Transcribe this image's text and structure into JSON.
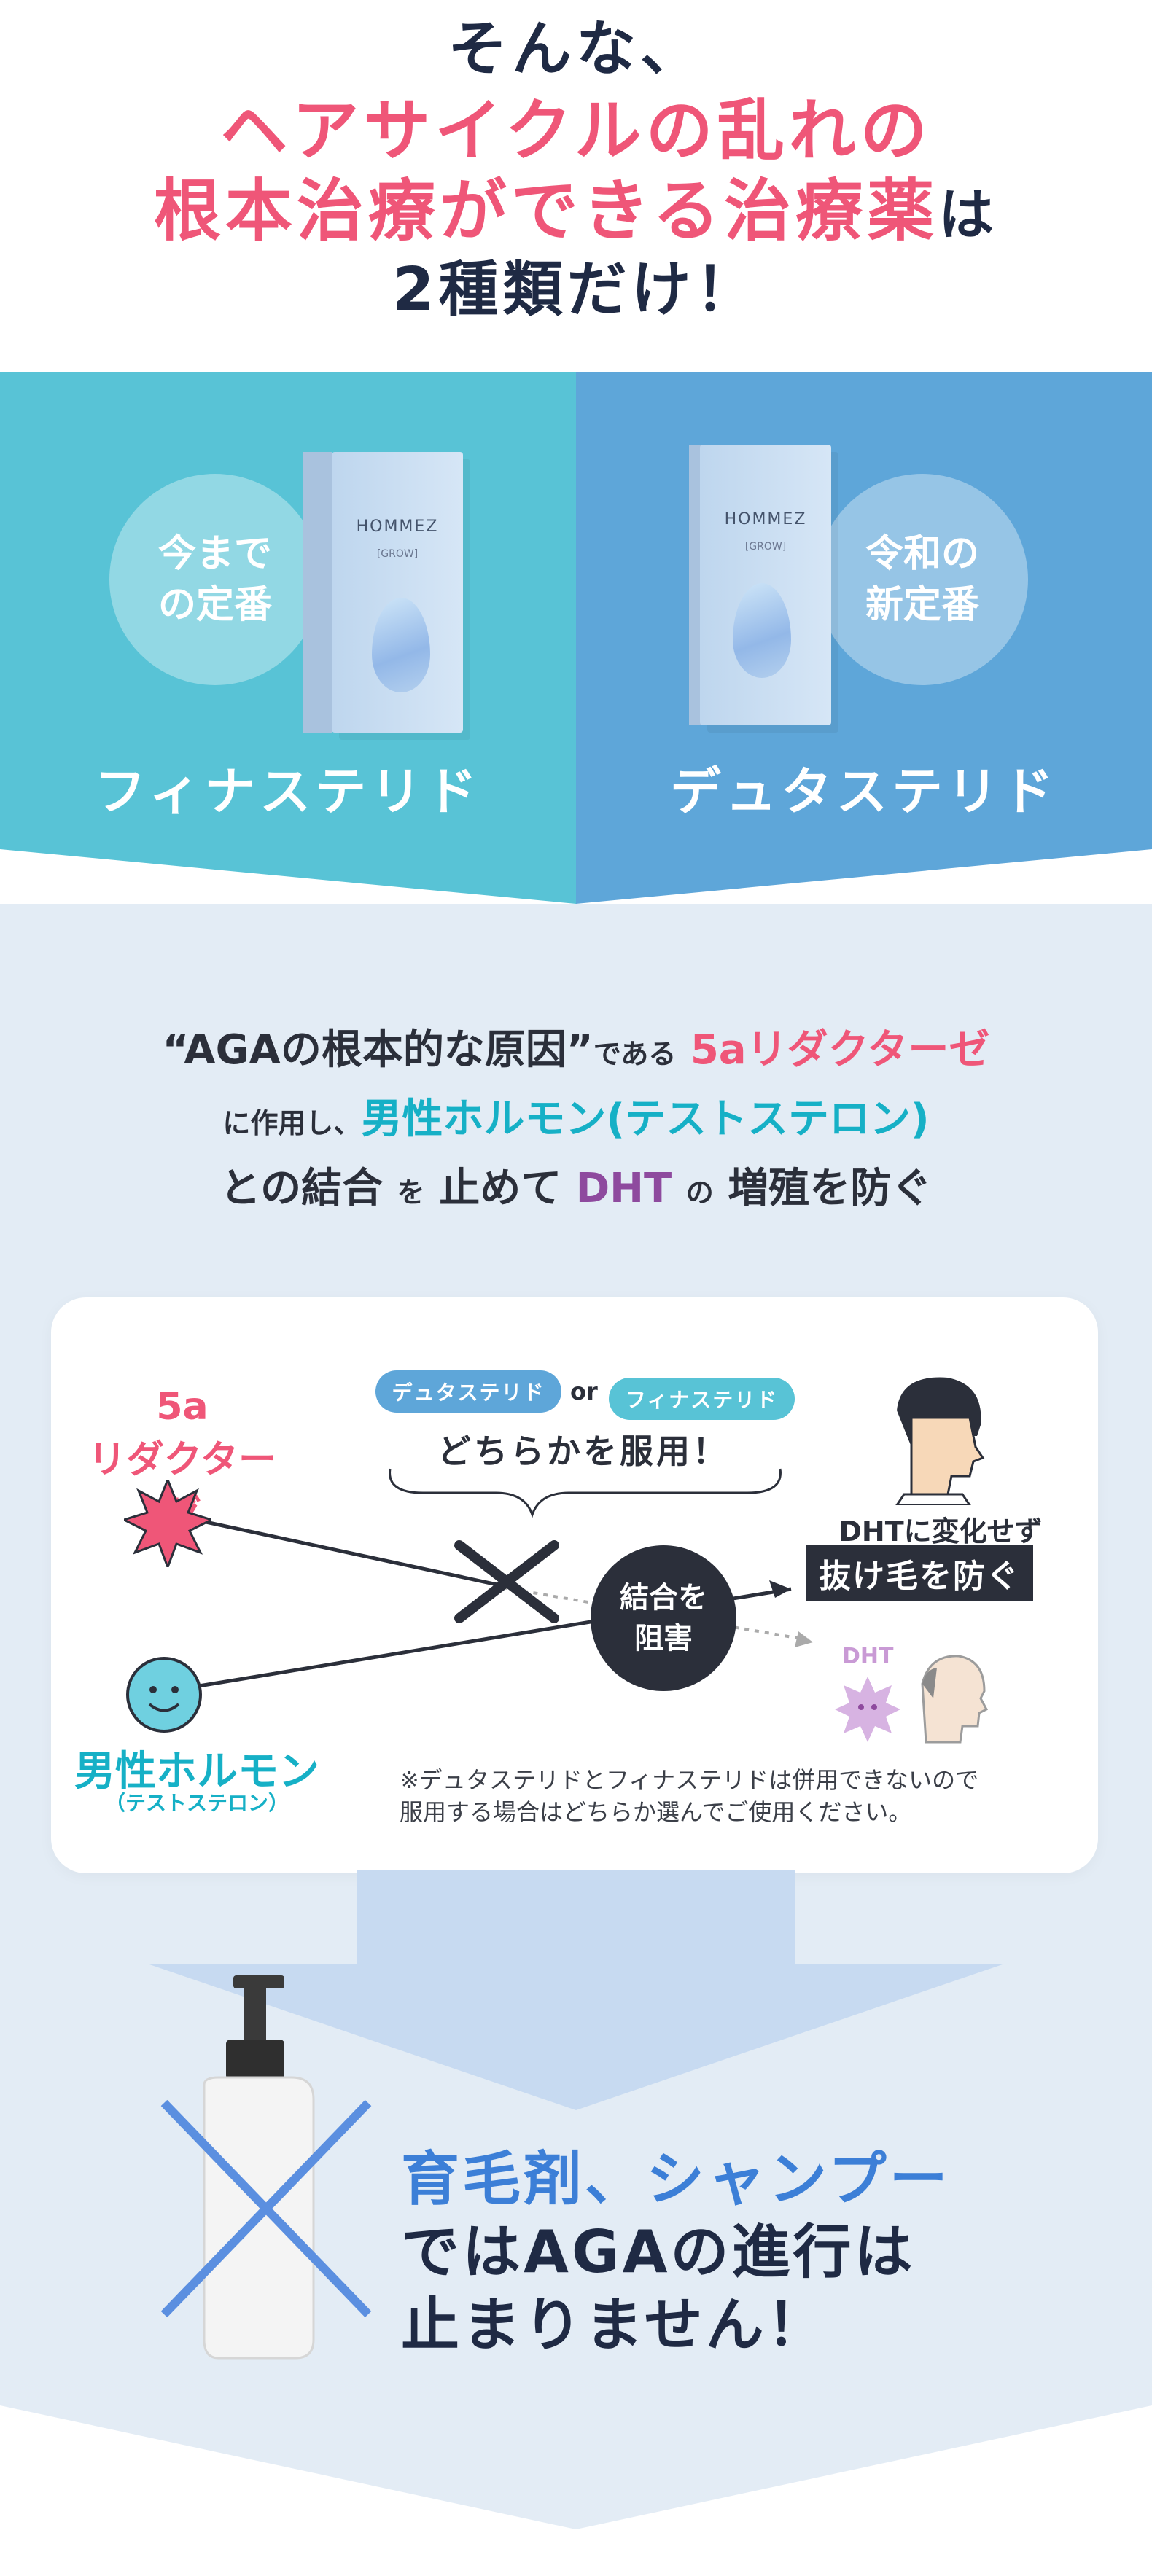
{
  "headline": {
    "line1": "そんな、",
    "line2": "ヘアサイクルの乱れの",
    "line3_pink": "根本治療ができる治療薬",
    "line3_dark": "は",
    "line4": "2種類だけ！"
  },
  "products": {
    "left": {
      "badge_line1": "今まで",
      "badge_line2": "の定番",
      "name": "フィナステリド",
      "box_brand": "HOMMEZ",
      "box_sub": "[GROW]"
    },
    "right": {
      "badge_line1": "令和の",
      "badge_line2": "新定番",
      "name": "デュタステリド",
      "box_brand": "HOMMEZ",
      "box_sub": "[GROW]"
    }
  },
  "description": {
    "l1_a": "“AGAの根本的な原因”",
    "l1_b": "である",
    "l1_c": "5aリダクターゼ",
    "l2_a": "に作用し、",
    "l2_b": "男性ホルモン",
    "l2_c": "(テストステロン)",
    "l3_a": "との結合",
    "l3_b": "を",
    "l3_c": "止めて",
    "l3_d": "DHT",
    "l3_e": "の",
    "l3_f": "増殖を防ぐ"
  },
  "diagram": {
    "pill_left": "デュタステリド",
    "or": "or",
    "pill_right": "フィナステリド",
    "choose": "どちらかを服用！",
    "enzyme_line1": "5a",
    "enzyme_line2": "リダクターゼ",
    "hormone": "男性ホルモン",
    "hormone_sub": "（テストステロン）",
    "blocked_line1": "結合を",
    "blocked_line2": "阻害",
    "result_line1": "DHTに変化せず",
    "result_line2": "抜け毛を防ぐ",
    "dht_label": "DHT",
    "note_line1": "※デュタステリドとフィナステリドは併用できないので",
    "note_line2": "服用する場合はどちらか選んでご使用ください。"
  },
  "bottom": {
    "line1_a": "育毛剤、",
    "line1_b": "シャンプー",
    "line2": "ではAGAの進行は",
    "line3": "止まりません！"
  },
  "colors": {
    "pink": "#ef5678",
    "teal": "#16b0c6",
    "panel_left": "#58c3d6",
    "panel_right": "#5ea6d9",
    "dark": "#1f2a44",
    "blue": "#3c7fd7",
    "purple": "#8e4a9e",
    "background": "#e3ecf5"
  }
}
